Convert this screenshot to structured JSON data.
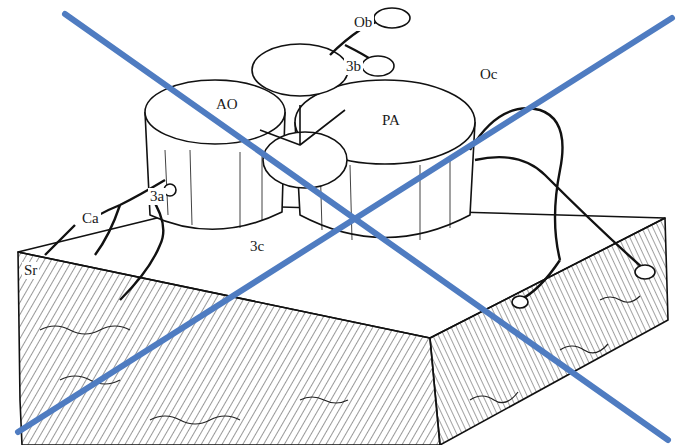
{
  "diagram": {
    "labels": [
      "Ob",
      "3b",
      "AO",
      "PA",
      "Oc",
      "Ca",
      "3a",
      "3c",
      "Sr"
    ]
  }
}
